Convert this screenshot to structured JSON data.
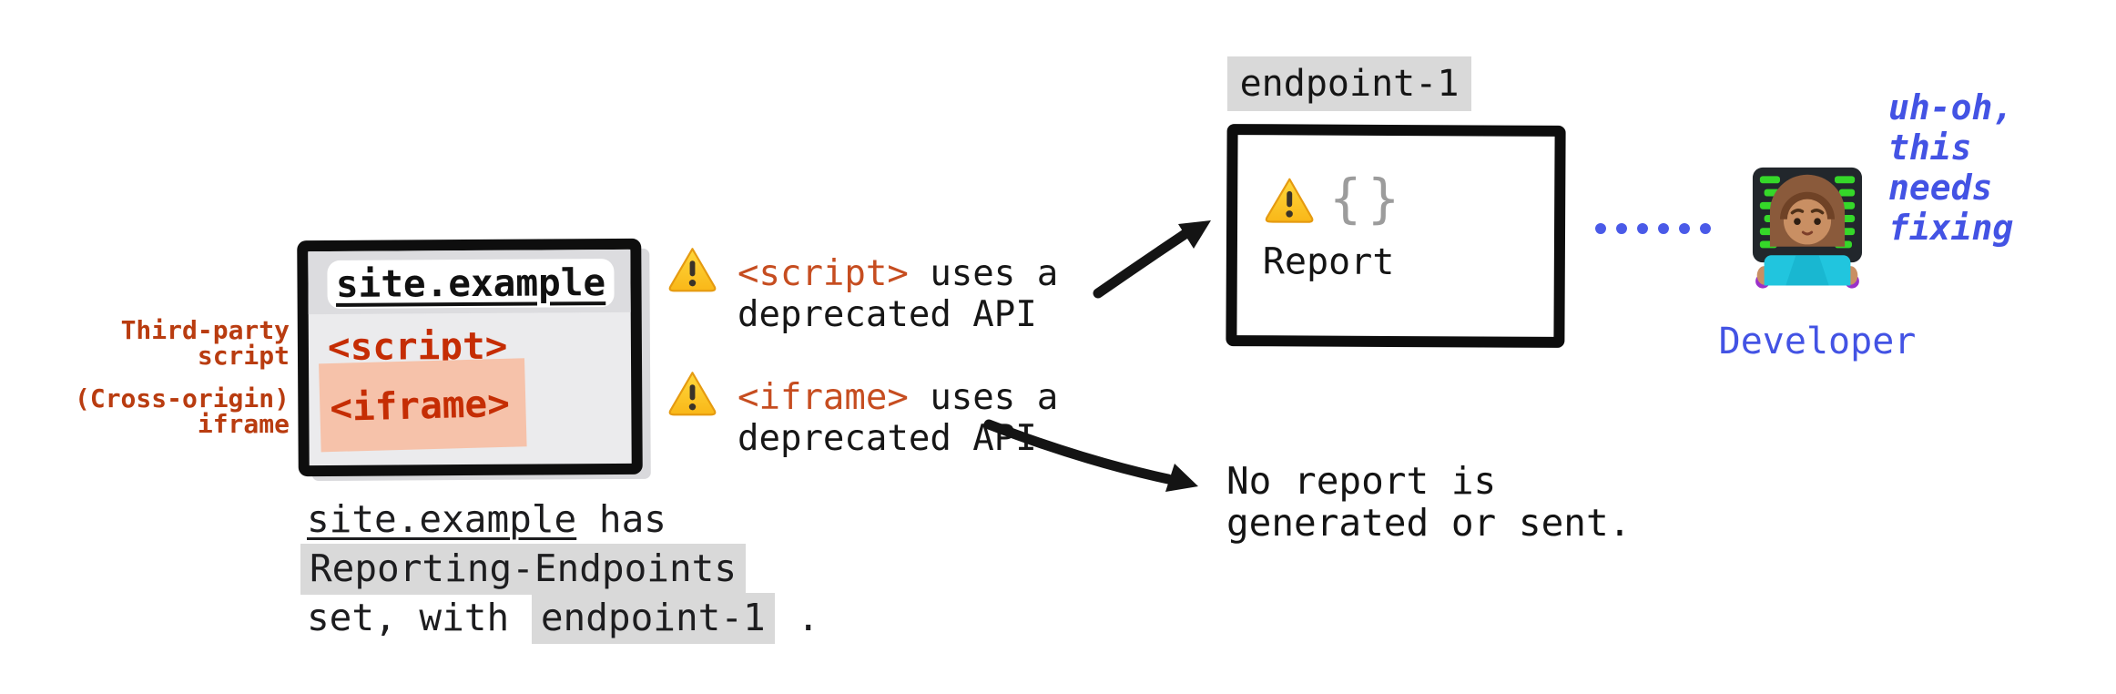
{
  "page": {
    "title": "site.example deprecation reporting diagram"
  },
  "colors": {
    "label_red": "#b93c10",
    "window_tag_red": "#c52d04",
    "middle_tag_red": "#c64d20",
    "iframe_highlight_salmon": "#f6c2aa",
    "chip_gray": "#d9d9d9",
    "window_body_gray": "#ebebed",
    "window_topbar_gray": "#dcdcdf",
    "blue": "#4353e4",
    "ink_black": "#141414",
    "brace_gray": "#9c9c9c"
  },
  "browser_window": {
    "title": "site.example",
    "script_tag": "<script>",
    "iframe_tag": "<iframe>"
  },
  "side_labels": {
    "third_party_line1": "Third-party",
    "third_party_line2": "script",
    "cross_origin_line1": "(Cross-origin)",
    "cross_origin_line2": "iframe"
  },
  "caption": {
    "site": "site.example",
    "after_site": " has",
    "reporting_chip": "Reporting-Endpoints",
    "line3_before": "set, with ",
    "endpoint_chip": "endpoint-1",
    "line3_after": " ."
  },
  "warnings": [
    {
      "tag": "<script>",
      "after_tag": " uses a",
      "line2": "deprecated API"
    },
    {
      "tag": "<iframe>",
      "after_tag": " uses a",
      "line2": "deprecated API"
    }
  ],
  "endpoint_box": {
    "label": "endpoint-1",
    "braces": "{}",
    "report_label": "Report"
  },
  "no_report": {
    "line1": "No report is",
    "line2": "generated or sent."
  },
  "developer": {
    "label": "Developer",
    "thought_line1": "uh-oh,",
    "thought_line2": "this",
    "thought_line3": "needs",
    "thought_line4": "fixing"
  },
  "icons": {
    "warning": "warning-icon (⚠ yellow triangle)",
    "developer": "woman-technologist-icon",
    "connector": "dotted-line",
    "arrows": [
      "arrow-to-endpoint-icon",
      "arrow-to-no-report-icon"
    ]
  }
}
